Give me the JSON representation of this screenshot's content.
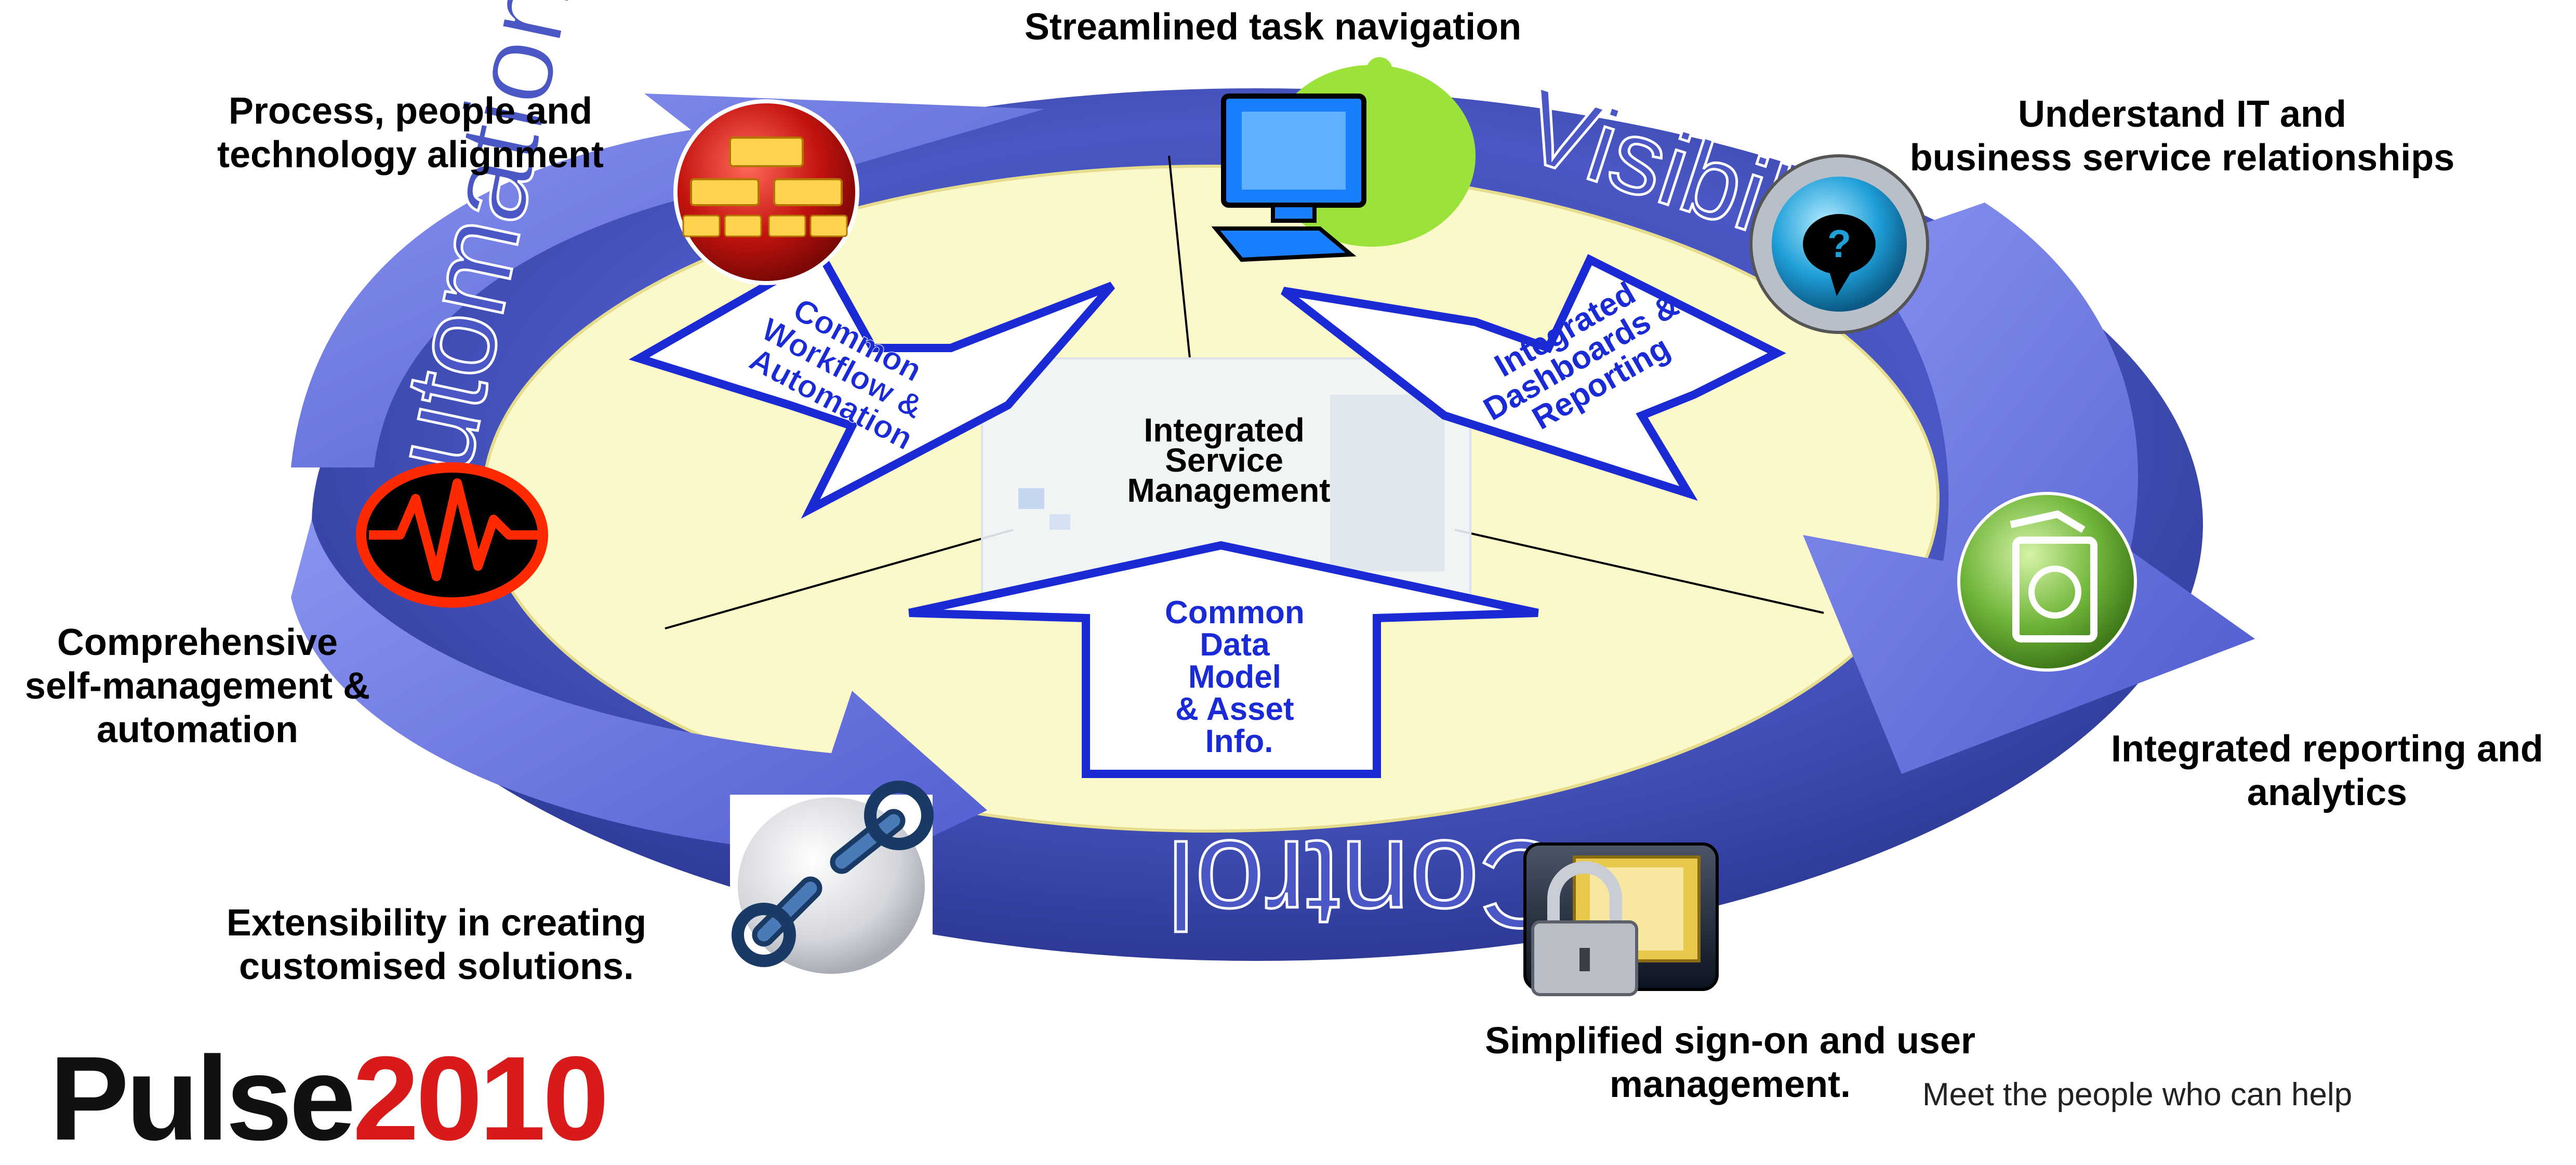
{
  "diagram": {
    "center_label": [
      "Integrated",
      "Service",
      "Management"
    ],
    "ring_words": {
      "automation": "Automation",
      "visibility": "Visibility",
      "control": "Control"
    },
    "arrows": {
      "workflow": [
        "Common",
        "Workflow &",
        "Automation"
      ],
      "dashboards": [
        "Integrated",
        "Dashboards &",
        "Reporting"
      ],
      "data_model": [
        "Common",
        "Data",
        "Model",
        "& Asset",
        "Info."
      ]
    },
    "callouts": {
      "top": [
        "Streamlined task navigation"
      ],
      "top_left": [
        "Process, people and",
        "technology alignment"
      ],
      "top_right": [
        "Understand IT and",
        "business service relationships"
      ],
      "left": [
        "Comprehensive",
        "self-management &",
        "automation"
      ],
      "right": [
        "Integrated reporting and",
        "analytics"
      ],
      "bottom_left": [
        "Extensibility in creating",
        "customised solutions."
      ],
      "bottom": [
        "Simplified sign-on and user",
        "management."
      ]
    },
    "icons": [
      "org-chart-icon",
      "computer-icon",
      "help-icon",
      "heartbeat-icon",
      "refresh-document-icon",
      "wrench-icon",
      "padlock-icon"
    ],
    "colors": {
      "ring": "#5b68d6",
      "ring_dark": "#2b3480",
      "center_fill": "#fbf8c9",
      "arrow_border": "#1a2bd6",
      "brand_red": "#d91a1a"
    }
  },
  "brand": {
    "part1": "Pulse",
    "part2": "2010"
  },
  "footer": {
    "tagline": "Meet the people who can help"
  }
}
